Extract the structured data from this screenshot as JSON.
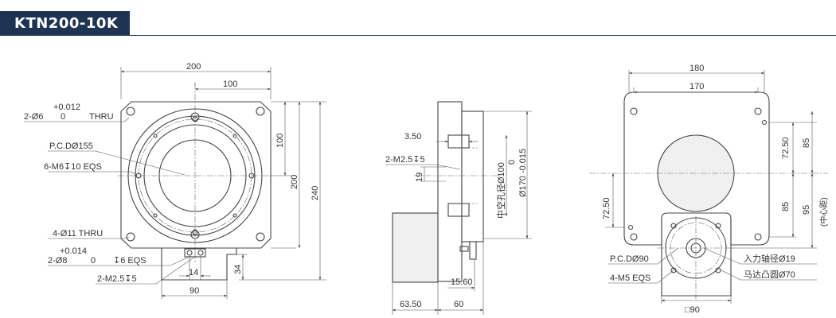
{
  "model": "KTN200-10K",
  "front_view": {
    "dim_200": "200",
    "dim_100": "100",
    "dim_100_v": "100",
    "dim_200_v": "200",
    "dim_240": "240",
    "dim_34": "34",
    "dim_14": "14",
    "dim_90": "90",
    "thru_hole_tol": "+0.012",
    "thru_hole_prefix": "2-Ø6",
    "thru_hole_zero": "0",
    "thru_hole_suffix": "THRU",
    "pcd": "P.C.DØ155",
    "m6": "6-M6↧10 EQS",
    "hole11": "4-Ø11 THRU",
    "hole8_tol": "+0.014",
    "hole8_prefix": "2-Ø8",
    "hole8_zero": "0",
    "hole8_suffix": "↧6 EQS",
    "m25": "2-M2.5↧5"
  },
  "side_view": {
    "dim_350": "3.50",
    "m25": "2-M2.5↧5",
    "dim_19": "19",
    "hollow": "中空孔径Ø100",
    "dim_170": "Ø170 -0.015",
    "dim_170_zero": "0",
    "dim_1560": "15.60",
    "dim_6350": "63.50",
    "dim_60": "60"
  },
  "right_view": {
    "dim_180": "180",
    "dim_170": "170",
    "dim_7250_r": "72.50",
    "dim_85_a": "85",
    "dim_85_b": "85",
    "dim_95": "95",
    "center_dist": "(中心距)",
    "dim_7250_l": "72.50",
    "pcd90": "P.C.DØ90",
    "m5": "4-M5 EQS",
    "shaft": "入力轴径Ø19",
    "boss": "马达凸圆Ø70",
    "sq90": "□90"
  }
}
